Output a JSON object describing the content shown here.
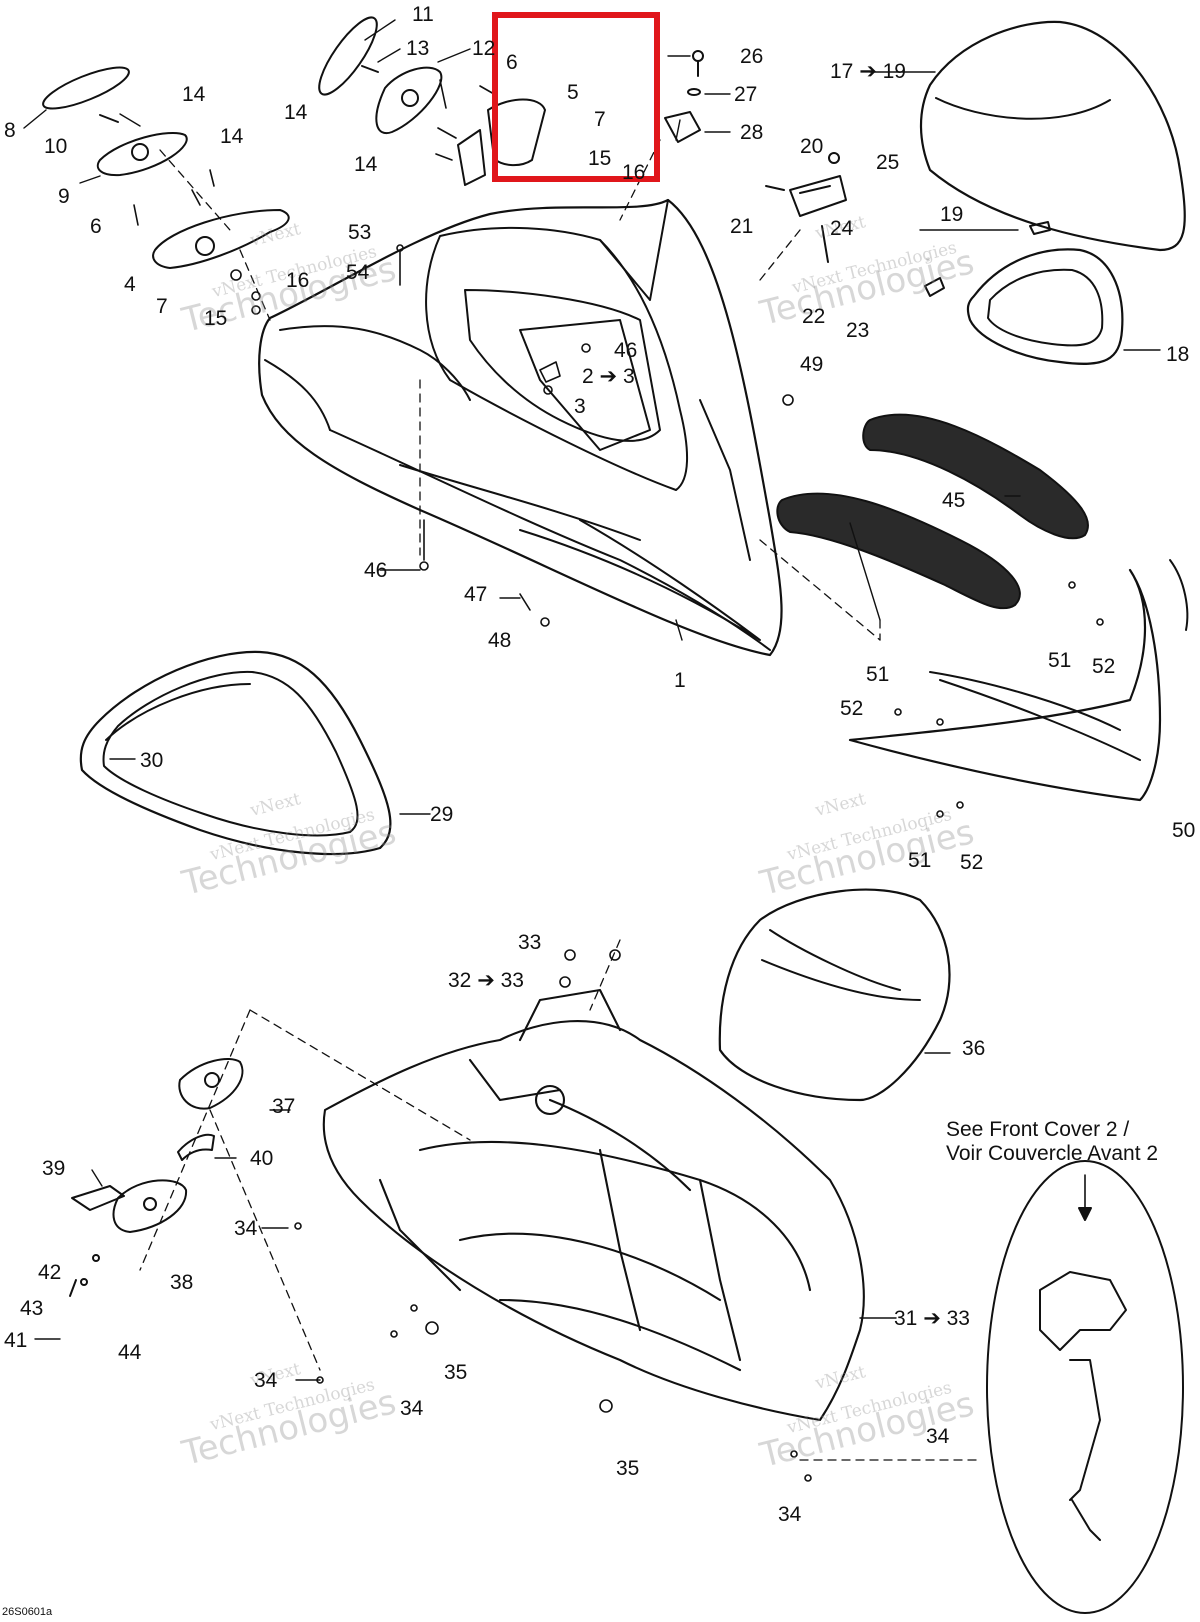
{
  "diagram": {
    "type": "exploded parts diagram",
    "drawing_code": "26S0601a",
    "callouts": {
      "c1": "1",
      "c2_3": "2 ➔ 3",
      "c3": "3",
      "c4": "4",
      "c5": "5",
      "c6a": "6",
      "c6b": "6",
      "c7a": "7",
      "c7b": "7",
      "c8": "8",
      "c9": "9",
      "c10": "10",
      "c11": "11",
      "c12": "12",
      "c13": "13",
      "c14a": "14",
      "c14b": "14",
      "c14c": "14",
      "c14d": "14",
      "c15a": "15",
      "c15b": "15",
      "c16a": "16",
      "c16b": "16",
      "c17_19": "17 ➔ 19",
      "c18": "18",
      "c19": "19",
      "c20": "20",
      "c21": "21",
      "c22": "22",
      "c23": "23",
      "c24": "24",
      "c25": "25",
      "c26": "26",
      "c27": "27",
      "c28": "28",
      "c29": "29",
      "c30": "30",
      "c31_33": "31 ➔ 33",
      "c32_33": "32 ➔ 33",
      "c33": "33",
      "c34a": "34",
      "c34b": "34",
      "c34c": "34",
      "c34d": "34",
      "c34e": "34",
      "c35a": "35",
      "c35b": "35",
      "c36": "36",
      "c37": "37",
      "c38": "38",
      "c39": "39",
      "c40": "40",
      "c41": "41",
      "c42": "42",
      "c43": "43",
      "c44": "44",
      "c45": "45",
      "c46a": "46",
      "c46b": "46",
      "c47": "47",
      "c48": "48",
      "c49": "49",
      "c50": "50",
      "c51a": "51",
      "c51b": "51",
      "c51c": "51",
      "c52a": "52",
      "c52b": "52",
      "c52c": "52",
      "c53": "53",
      "c54": "54"
    },
    "see_note_line1": "See Front Cover 2 /",
    "see_note_line2": "Voir Couvercle Avant 2",
    "watermark_line1": "vNext Technologies",
    "watermark_line2": "Technologies",
    "watermark_line0": "vNext"
  },
  "highlight": {
    "color": "#e0161b"
  }
}
